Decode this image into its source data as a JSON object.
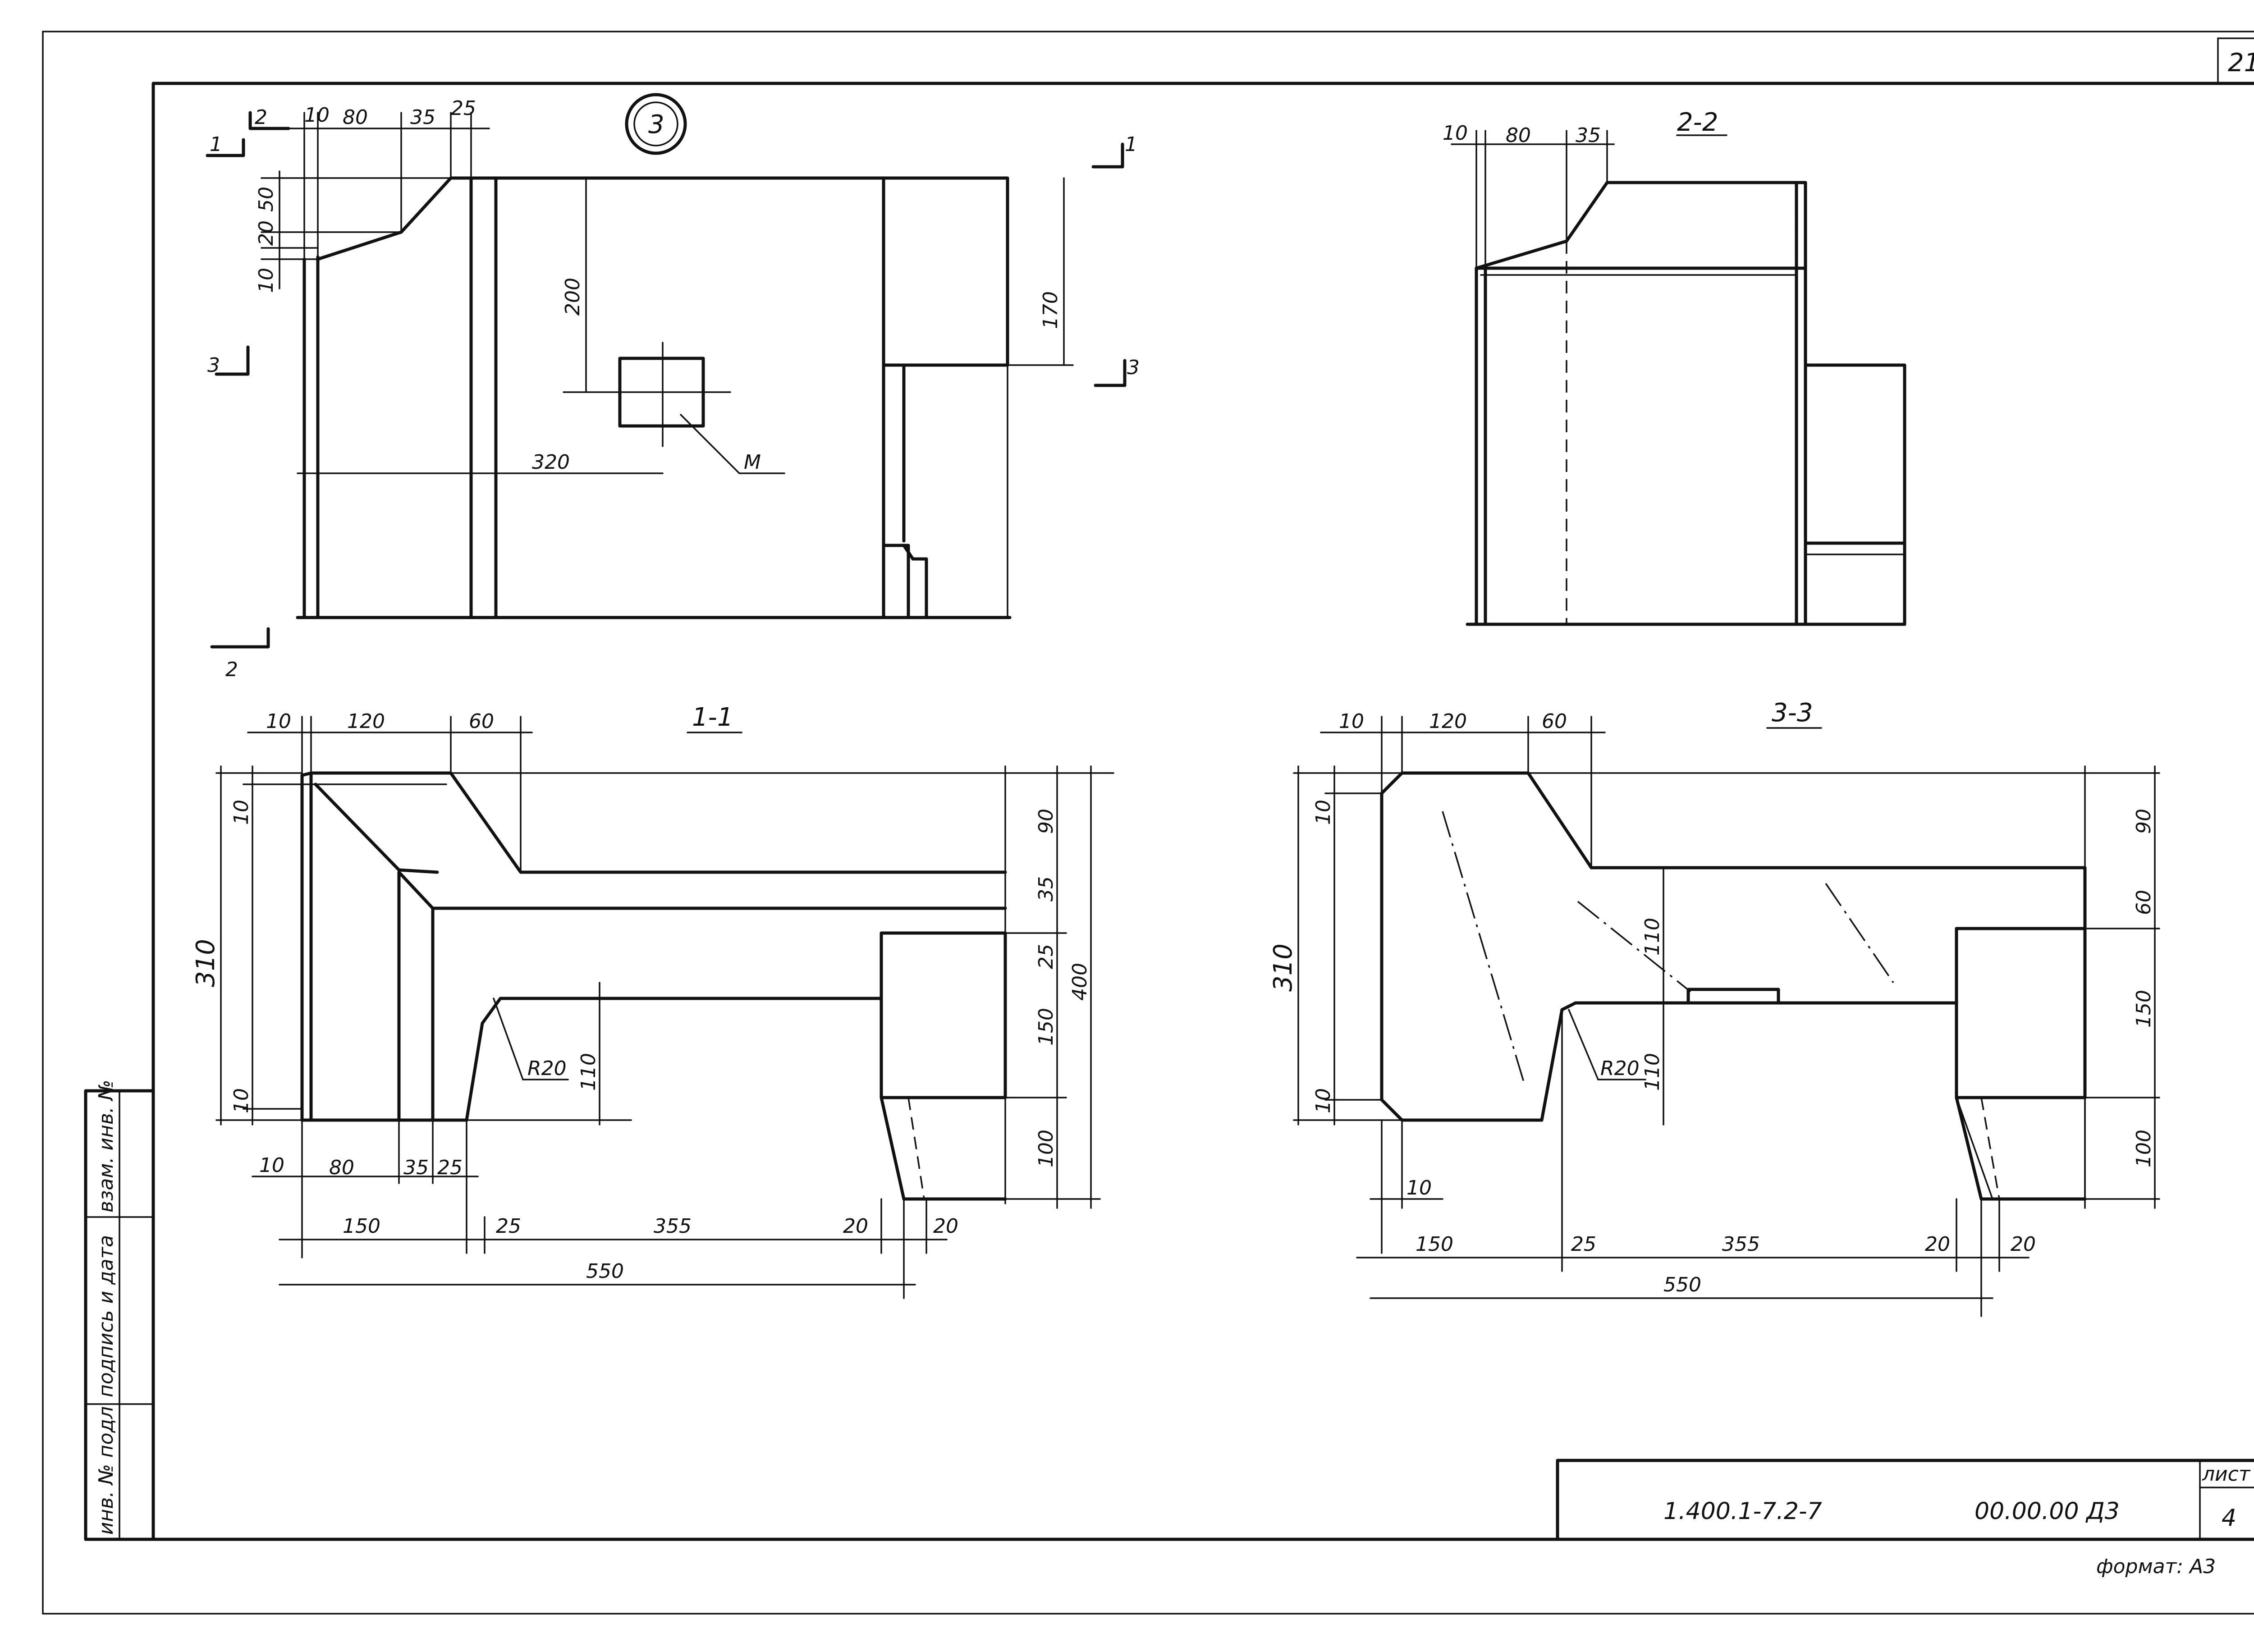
{
  "sheet": {
    "sheet_no_top": "21",
    "format": "формат: А3"
  },
  "title_block": {
    "designation": "1.400.1-7.2-7",
    "code": "00.00.00 Д3",
    "sheet_label": "лист",
    "sheet_number": "4"
  },
  "stamp_column": {
    "inv_no_orig": "инв. № подл",
    "sign_date": "подпись и дата",
    "replace_inv": "взам. инв. №"
  },
  "views": {
    "view3": {
      "marker": "3",
      "cuts": [
        "1",
        "2",
        "1",
        "3",
        "3",
        "2"
      ],
      "dims": [
        "10",
        "80",
        "35",
        "25",
        "20",
        "50",
        "10",
        "200",
        "170",
        "320"
      ],
      "part_label": "М"
    },
    "view22": {
      "title": "2-2",
      "dims": [
        "10",
        "80",
        "35"
      ]
    },
    "view11": {
      "title": "1-1",
      "dims_top": [
        "10",
        "120",
        "60"
      ],
      "dims_right": [
        "90",
        "35",
        "25",
        "150",
        "100",
        "400"
      ],
      "dims_left": [
        "310",
        "10",
        "10"
      ],
      "dims_bottom_a": [
        "10",
        "80",
        "35",
        "25"
      ],
      "dims_bottom_b": [
        "150",
        "25",
        "355",
        "20",
        "20"
      ],
      "total": "550",
      "radius": "R20",
      "inner": "110"
    },
    "view33": {
      "title": "3-3",
      "dims_top": [
        "10",
        "120",
        "60"
      ],
      "dims_right": [
        "90",
        "60",
        "150",
        "100"
      ],
      "dims_left": [
        "310",
        "10",
        "10"
      ],
      "dim_small": "10",
      "dims_bottom_b": [
        "150",
        "25",
        "355",
        "20",
        "20"
      ],
      "total": "550",
      "radius": "R20",
      "inner1": "110",
      "inner2": "110"
    }
  }
}
